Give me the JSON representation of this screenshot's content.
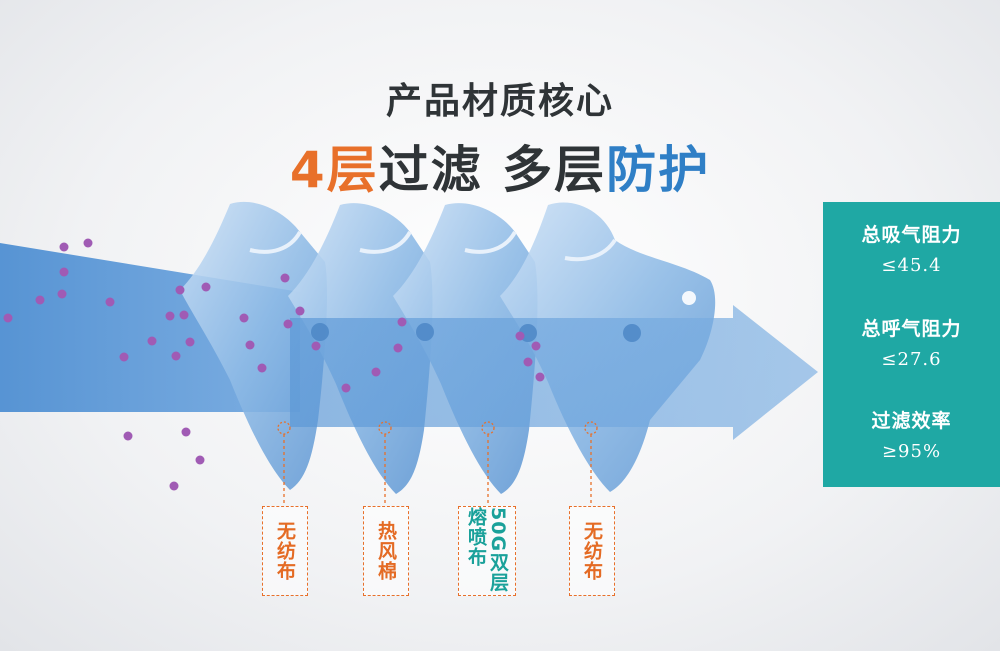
{
  "header": {
    "title": "产品材质核心",
    "subtitle_part1": "4层",
    "subtitle_part2": "过滤 多层",
    "subtitle_part3": "防护"
  },
  "layers": [
    {
      "label": "无纺布",
      "color": "#e46b24"
    },
    {
      "label": "热风棉",
      "color": "#e46b24"
    },
    {
      "label": "50G双层熔喷布",
      "color": "#1aa19a"
    },
    {
      "label": "无纺布",
      "color": "#e46b24"
    }
  ],
  "metrics": [
    {
      "label": "总吸气阻力",
      "value": "≤45.4"
    },
    {
      "label": "总呼气阻力",
      "value": "≤27.6"
    },
    {
      "label": "过滤效率",
      "value": "≥95%"
    }
  ],
  "colors": {
    "accent_orange": "#e8702a",
    "accent_blue": "#2f7fc6",
    "panel_teal": "#1fa8a4",
    "particle_purple": "#a05bb4",
    "arrow_blue": "#6aa3dc"
  },
  "icons": [
    "particle-dot",
    "flow-arrow",
    "mask-layer"
  ]
}
